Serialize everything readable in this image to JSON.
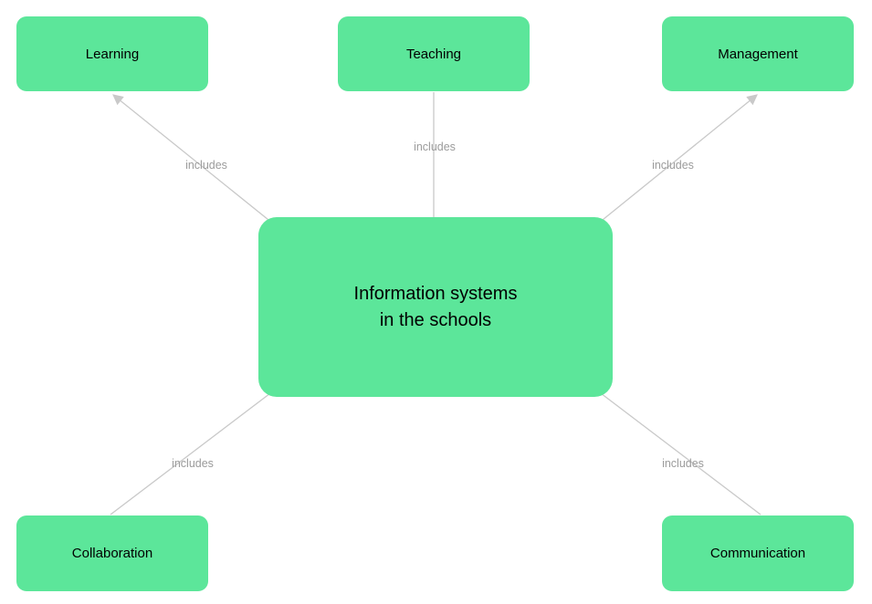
{
  "colors": {
    "node_fill": "#5CE69A",
    "node_text": "#000000",
    "edge_line": "#C9C9C9",
    "edge_label_text": "#9B9B9B",
    "background": "#FFFFFF"
  },
  "diagram": {
    "center": {
      "id": "information-systems",
      "label": "Information systems\nin the schools"
    },
    "nodes": [
      {
        "id": "learning",
        "label": "Learning"
      },
      {
        "id": "teaching",
        "label": "Teaching"
      },
      {
        "id": "management",
        "label": "Management"
      },
      {
        "id": "collaboration",
        "label": "Collaboration"
      },
      {
        "id": "communication",
        "label": "Communication"
      }
    ],
    "edges": [
      {
        "from": "information-systems",
        "to": "learning",
        "label": "includes",
        "arrowhead": true
      },
      {
        "from": "information-systems",
        "to": "teaching",
        "label": "includes",
        "arrowhead": false
      },
      {
        "from": "information-systems",
        "to": "management",
        "label": "includes",
        "arrowhead": true
      },
      {
        "from": "information-systems",
        "to": "collaboration",
        "label": "includes",
        "arrowhead": false
      },
      {
        "from": "information-systems",
        "to": "communication",
        "label": "includes",
        "arrowhead": false
      }
    ]
  }
}
